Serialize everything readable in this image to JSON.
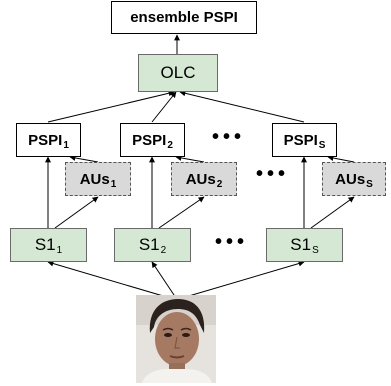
{
  "nodes": {
    "ensemble": "ensemble PSPI",
    "olc": "OLC",
    "pspi": [
      {
        "base": "PSPI",
        "sub": "1"
      },
      {
        "base": "PSPI",
        "sub": "2"
      },
      {
        "base": "PSPI",
        "sub": "S"
      }
    ],
    "aus": [
      {
        "base": "AUs",
        "sub": "1"
      },
      {
        "base": "AUs",
        "sub": "2"
      },
      {
        "base": "AUs",
        "sub": "S"
      }
    ],
    "s": [
      {
        "base": "S1",
        "sub": "1"
      },
      {
        "base": "S1",
        "sub": "2"
      },
      {
        "base": "S1",
        "sub": "S"
      }
    ],
    "ellipsis": "•••"
  },
  "colors": {
    "green_box": "#d5e8d4",
    "aus_box": "#d9d9d9",
    "arrow": "#000000"
  },
  "icons": {
    "input": "face-photo"
  }
}
